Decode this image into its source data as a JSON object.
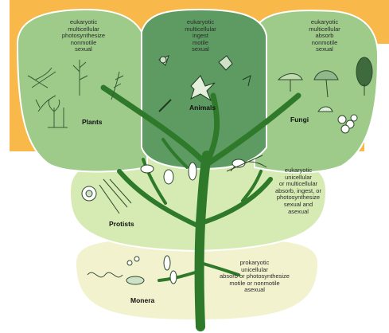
{
  "kingdoms": {
    "plants": {
      "name": "Plants",
      "traits": "eukaryotic\nmulticellular\nphotosynthesize\nnonmotile\nsexual"
    },
    "animals": {
      "name": "Animals",
      "traits": "eukaryotic\nmulticellular\ningest\nmotile\nsexual"
    },
    "fungi": {
      "name": "Fungi",
      "traits": "eukaryotic\nmulticellular\nabsorb\nnonmotile\nsexual"
    },
    "protists": {
      "name": "Protists",
      "traits": "eukaryotic\nunicellular\nor multicellular\nabsorb, ingest, or\nphotosynthesize\nsexual and\nasexual"
    },
    "monera": {
      "name": "Monera",
      "traits": "prokaryotic\nunicellular\nabsorb or photosynthesize\nmotile or nonmotile\nasexual"
    }
  },
  "colors": {
    "frame": "#f8b84a",
    "plants": "#9ecb8a",
    "animals": "#5e9b62",
    "fungi": "#9ecb8a",
    "protists": "#d6ebb3",
    "monera": "#f3f2cf",
    "trunk": "#2f7a2a"
  }
}
